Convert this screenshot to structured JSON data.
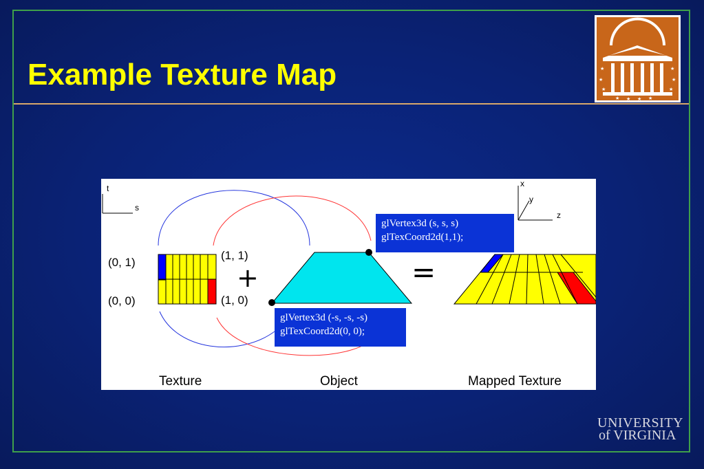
{
  "slide": {
    "title": "Example Texture Map",
    "university_line1": "UNIVERSITY",
    "university_line2": "of VIRGINIA"
  },
  "figure": {
    "axes_2d": {
      "vertical": "t",
      "horizontal": "s"
    },
    "axes_3d": {
      "up": "x",
      "diagonal": "y",
      "right": "z"
    },
    "coord_top_left": "(0, 1)",
    "coord_bottom_left": "(0, 0)",
    "coord_top_right": "(1, 1)",
    "coord_bottom_right": "(1, 0)",
    "plus_sign": "+",
    "equals_sign": "=",
    "caption_texture": "Texture",
    "caption_object": "Object",
    "caption_mapped": "Mapped Texture",
    "callout_top_line1": "glVertex3d (s, s, s)",
    "callout_top_line2": "glTexCoord2d(1,1);",
    "callout_bottom_line1": "glVertex3d (-s, -s, -s)",
    "callout_bottom_line2": "glTexCoord2d(0, 0);",
    "colors": {
      "texture_yellow": "#ffff00",
      "marker_blue": "#0000ff",
      "marker_red": "#ff0000",
      "object_cyan": "#00e5ee",
      "callout_blue": "#0b33d6"
    }
  }
}
